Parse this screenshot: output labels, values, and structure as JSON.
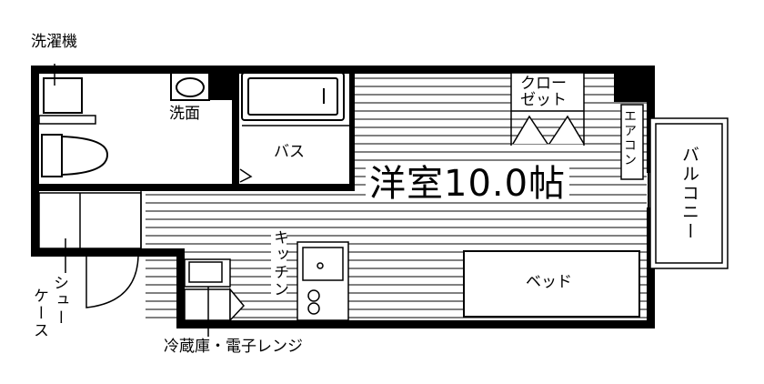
{
  "floorplan": {
    "room_type": "洋室10.0帖",
    "labels": {
      "washer": "洗濯機",
      "washbasin": "洗面",
      "bath": "バス",
      "closet_line1": "クロー",
      "closet_line2": "ゼット",
      "aircon": "エアコン",
      "balcony": "バルコニー",
      "kitchen": "キッチン",
      "bed": "ベッド",
      "shoe_case_line1": "シュー",
      "shoe_case_line2": "ケース",
      "fridge_microwave": "冷蔵庫・電子レンジ"
    },
    "colors": {
      "wall": "#000000",
      "floor_lines": "#000000",
      "background": "#ffffff"
    }
  }
}
